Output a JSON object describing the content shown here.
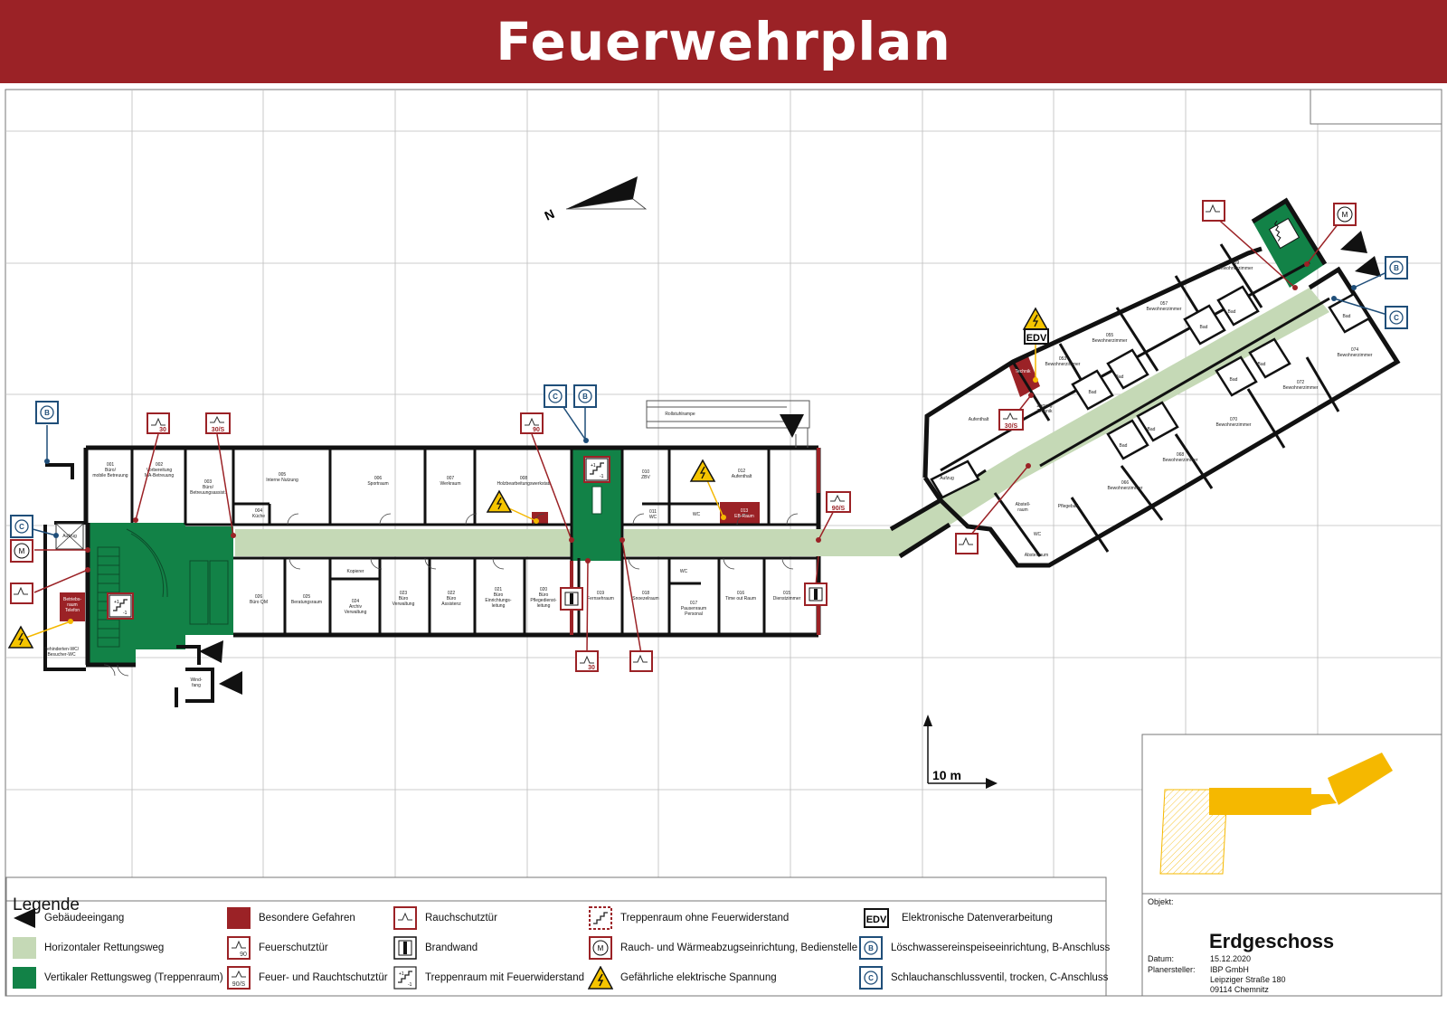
{
  "header": {
    "title": "Feuerwehrplan"
  },
  "plan": {
    "scale_label": "10 m",
    "rooms": {
      "r001": "001",
      "r001b": "Büro/",
      "r001c": "mobile Betreuung",
      "r002": "002",
      "r002b": "Vorbereitung",
      "r002c": "MA-Betreuung",
      "r003": "003",
      "r003b": "Büro/",
      "r003c": "Betreuungsassist.",
      "r004": "004",
      "r004b": "Küche",
      "r005": "005",
      "r005b": "Interne Nutzung",
      "r006": "006",
      "r006b": "Sportraum",
      "r007": "007",
      "r007b": "Werkraum",
      "r008": "008",
      "r008b": "Holzbearbeitungswerkstatt",
      "r010": "010",
      "r010b": "ZBV",
      "r011": "011",
      "r011b": "WC",
      "wc1": "WC",
      "r012": "012",
      "r012b": "Aufenthalt",
      "r013": "013",
      "r013b": "EB-Raum",
      "r015": "015",
      "r015b": "Dienstzimmer",
      "r016": "016",
      "r016b": "Time out Raum",
      "r017": "017",
      "r017b": "Pausenraum",
      "r017c": "Personal",
      "wc2": "WC",
      "r018": "018",
      "r018b": "Snoezelraum",
      "r019": "019",
      "r019b": "Fernsehraum",
      "r020": "020",
      "r020b": "Büro",
      "r020c": "Pflegedienst-",
      "r020d": "leitung",
      "r021": "021",
      "r021b": "Büro",
      "r021c": "Einrichtungs-",
      "r021d": "leitung",
      "r022": "022",
      "r022b": "Büro",
      "r022c": "Assistenz",
      "r023": "023",
      "r023b": "Büro",
      "r023c": "Verwaltung",
      "r024": "024",
      "r024b": "Archiv",
      "r024c": "Verwaltung",
      "kopierer": "Kopierer",
      "r025": "025",
      "r025b": "Beratungsraum",
      "r026": "026",
      "r026b": "Büro QM",
      "aufzug1": "Aufzug",
      "betrieb": "Betriebs-",
      "betrieb2": "raum",
      "betrieb3": "Telefon",
      "bwc": "Behinderten-WC/",
      "bwc2": "Besucher-WC",
      "wind": "Wind-",
      "wind2": "fang",
      "rollstuhl": "Rollstuhlrampe",
      "technik": "Technik",
      "zugang": "Zugang",
      "zugang2": "Technik",
      "aufenthalt": "Aufenthalt",
      "aufzug2": "Aufzug",
      "abstell": "Abstell-",
      "abstell2": "raum",
      "abstellraum": "Abstellraum",
      "wc3": "WC",
      "pflegebad": "Pflegebad",
      "r053": "053",
      "r053b": "Bewohnerzimmer",
      "r055": "055",
      "r055b": "Bewohnerzimmer",
      "r057": "057",
      "r057b": "Bewohnerzimmer",
      "r059": "059",
      "r059b": "Bewohnerzimmer",
      "r066": "066",
      "r066b": "Bewohnerzimmer",
      "r068": "068",
      "r068b": "Bewohnerzimmer",
      "r070": "070",
      "r070b": "Bewohnerzimmer",
      "r072": "072",
      "r072b": "Bewohnerzimmer",
      "r074": "074",
      "r074b": "Bewohnerzimmer",
      "bad": "Bad"
    },
    "signs": {
      "fire30": "30",
      "smoke30s": "30/S",
      "fire90": "90",
      "fire90s": "90/S",
      "edv": "EDV",
      "b": "B",
      "c": "C"
    }
  },
  "legend": {
    "title": "Legende",
    "items": [
      {
        "label": "Gebäudeeingang",
        "icon": "building-entrance-icon"
      },
      {
        "label": "Horizontaler Rettungsweg",
        "icon": "horizontal-escape-route-icon",
        "color": "#c5d9b6"
      },
      {
        "label": "Vertikaler Rettungsweg (Treppenraum)",
        "icon": "vertical-escape-route-icon",
        "color": "#128247"
      },
      {
        "label": "Besondere Gefahren",
        "icon": "special-hazard-icon",
        "color": "#9b2226"
      },
      {
        "label": "Feuerschutztür",
        "icon": "fire-door-icon",
        "text": "90"
      },
      {
        "label": "Feuer- und Rauchtschutztür",
        "icon": "fire-smoke-door-icon",
        "text": "90/S"
      },
      {
        "label": "Rauchschutztür",
        "icon": "smoke-door-icon"
      },
      {
        "label": "Brandwand",
        "icon": "firewall-icon"
      },
      {
        "label": "Treppenraum mit Feuerwiderstand",
        "icon": "stair-fire-resistant-icon"
      },
      {
        "label": "Treppenraum ohne Feuerwiderstand",
        "icon": "stair-no-fire-resistance-icon"
      },
      {
        "label": "Rauch- und Wärmeabzugseinrichtung, Bedienstelle",
        "icon": "smoke-heat-exhaust-icon"
      },
      {
        "label": "Gefährliche elektrische Spannung",
        "icon": "high-voltage-icon"
      },
      {
        "label": "Elektronische Datenverarbeitung",
        "icon": "edp-icon",
        "text": "EDV"
      },
      {
        "label": "Löschwassereinspeiseeinrichtung, B-Anschluss",
        "icon": "water-feed-b-icon",
        "text": "B"
      },
      {
        "label": "Schlauchanschlussventil, trocken, C-Anschluss",
        "icon": "hose-valve-c-icon",
        "text": "C"
      }
    ]
  },
  "info": {
    "objekt_label": "Objekt:",
    "floor": "Erdgeschoss",
    "datum_label": "Datum:",
    "datum": "15.12.2020",
    "planer_label": "Planersteller:",
    "planer": [
      "IBP GmbH",
      "Leipziger Straße 180",
      "09114 Chemnitz"
    ]
  },
  "colors": {
    "header": "#9b2226",
    "horizontal": "#c5d9b6",
    "vertical": "#128247",
    "hazard": "#9b2226",
    "blue": "#1f4e79",
    "overview": "#f5b800"
  }
}
